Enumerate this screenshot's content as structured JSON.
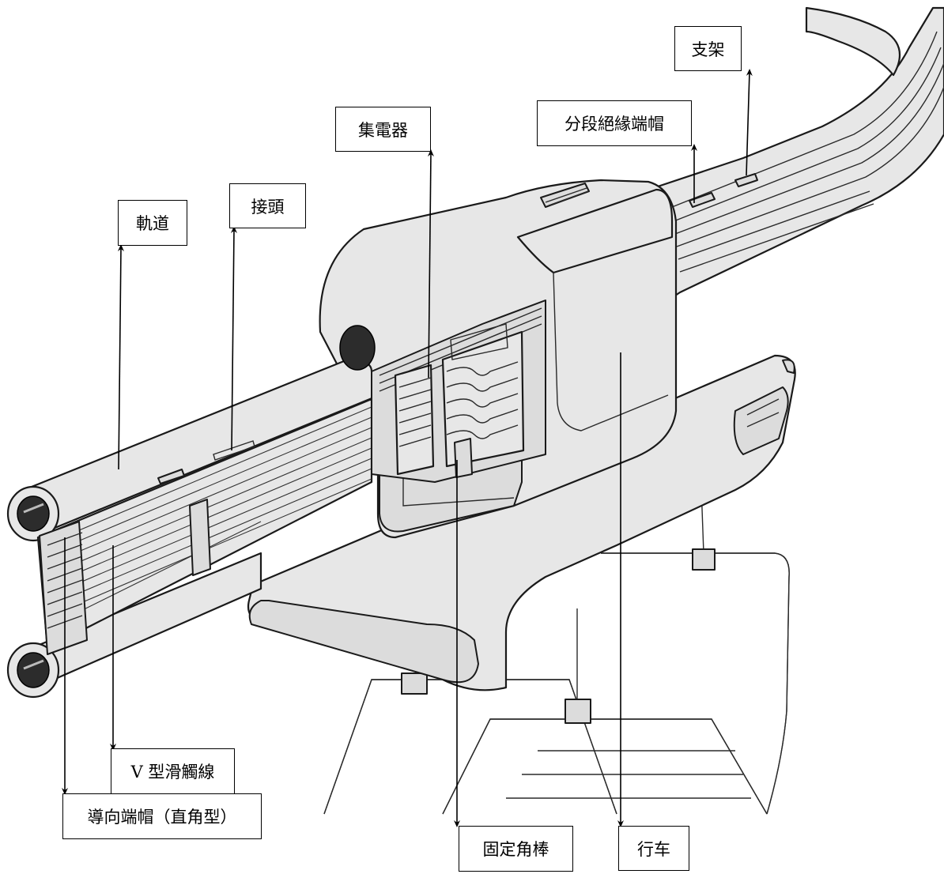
{
  "labels": {
    "bracket": "支架",
    "section_insulator_cap": "分段絕緣端帽",
    "collector": "集電器",
    "rail": "軌道",
    "joint": "接頭",
    "v_conductor": "V 型滑觸線",
    "guide_end_cap": "導向端帽（直角型）",
    "fixed_angle_bar": "固定角棒",
    "trolley": "行车"
  },
  "colors": {
    "body_fill": "#e7e7e7",
    "outline": "#1a1a1a",
    "background": "#ffffff"
  }
}
